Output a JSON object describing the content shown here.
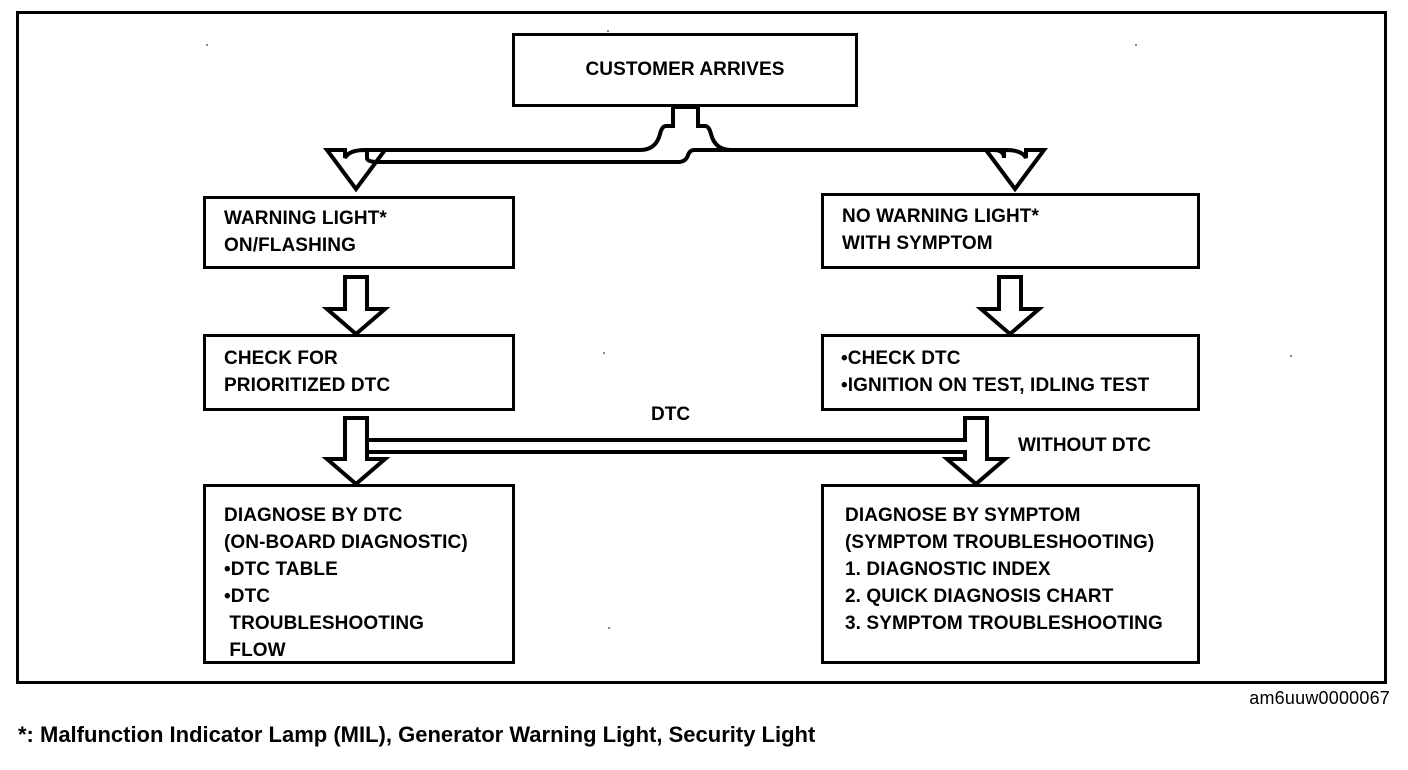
{
  "figure": {
    "code": "am6uuw0000067",
    "footnote": "*: Malfunction Indicator Lamp (MIL), Generator Warning Light, Security Light"
  },
  "nodes": {
    "customer_arrives": {
      "lines": [
        "CUSTOMER ARRIVES"
      ]
    },
    "warning_light": {
      "lines": [
        "WARNING LIGHT*",
        "ON/FLASHING"
      ]
    },
    "no_warning_light": {
      "lines": [
        "NO WARNING LIGHT*",
        "WITH SYMPTOM"
      ]
    },
    "check_prioritized_dtc": {
      "lines": [
        "CHECK FOR",
        "PRIORITIZED DTC"
      ]
    },
    "check_dtc": {
      "lines": [
        "•CHECK DTC",
        "•IGNITION ON TEST, IDLING TEST"
      ]
    },
    "diagnose_by_dtc": {
      "lines": [
        "DIAGNOSE BY DTC",
        "(ON-BOARD DIAGNOSTIC)",
        "•DTC TABLE",
        "•DTC",
        " TROUBLESHOOTING",
        " FLOW"
      ]
    },
    "diagnose_by_symptom": {
      "lines": [
        "DIAGNOSE BY SYMPTOM",
        "(SYMPTOM TROUBLESHOOTING)",
        "1. DIAGNOSTIC INDEX",
        "2. QUICK DIAGNOSIS CHART",
        "3. SYMPTOM TROUBLESHOOTING"
      ]
    }
  },
  "edge_labels": {
    "dtc": "DTC",
    "without_dtc": "WITHOUT DTC"
  },
  "chart_data": {
    "type": "diagram",
    "title": "Diagnostic flow: customer arrives",
    "flow": [
      {
        "from": "CUSTOMER ARRIVES",
        "to": "WARNING LIGHT* ON/FLASHING",
        "label": ""
      },
      {
        "from": "CUSTOMER ARRIVES",
        "to": "NO WARNING LIGHT* WITH SYMPTOM",
        "label": ""
      },
      {
        "from": "WARNING LIGHT* ON/FLASHING",
        "to": "CHECK FOR PRIORITIZED DTC",
        "label": ""
      },
      {
        "from": "NO WARNING LIGHT* WITH SYMPTOM",
        "to": "•CHECK DTC •IGNITION ON TEST, IDLING TEST",
        "label": ""
      },
      {
        "from": "CHECK FOR PRIORITIZED DTC",
        "to": "DIAGNOSE BY DTC (ON-BOARD DIAGNOSTIC)",
        "label": ""
      },
      {
        "from": "CHECK FOR PRIORITIZED DTC",
        "to": "DIAGNOSE BY SYMPTOM (SYMPTOM TROUBLESHOOTING)",
        "label": "WITHOUT DTC"
      },
      {
        "from": "•CHECK DTC •IGNITION ON TEST, IDLING TEST",
        "to": "DIAGNOSE BY DTC (ON-BOARD DIAGNOSTIC)",
        "label": "DTC"
      },
      {
        "from": "•CHECK DTC •IGNITION ON TEST, IDLING TEST",
        "to": "DIAGNOSE BY SYMPTOM (SYMPTOM TROUBLESHOOTING)",
        "label": "WITHOUT DTC"
      }
    ]
  }
}
